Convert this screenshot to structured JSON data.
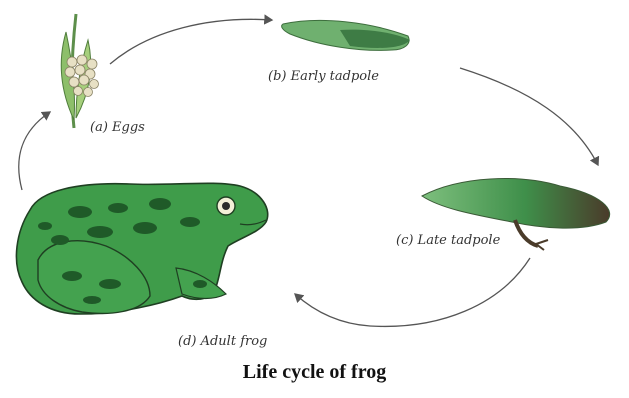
{
  "title": "Life cycle of frog",
  "stages": [
    {
      "id": "a",
      "label": "(a) Eggs"
    },
    {
      "id": "b",
      "label": "(b) Early tadpole"
    },
    {
      "id": "c",
      "label": "(c) Late tadpole"
    },
    {
      "id": "d",
      "label": "(d) Adult frog"
    }
  ],
  "colors": {
    "frog_green": "#3f9c4a",
    "frog_dark": "#1f5a28",
    "tadpole_green": "#4f9a57",
    "egg": "#e7e0c4",
    "arrow": "#555555"
  }
}
